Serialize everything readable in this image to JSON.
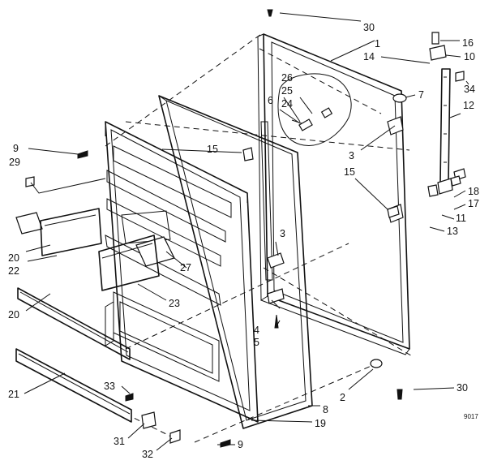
{
  "labels": {
    "c1": "1",
    "c2": "2",
    "c3a": "3",
    "c3b": "3",
    "c4": "4",
    "c5": "5",
    "c6": "6",
    "c7": "7",
    "c8": "8",
    "c9a": "9",
    "c9b": "9",
    "c10": "10",
    "c11": "11",
    "c12": "12",
    "c13": "13",
    "c14": "14",
    "c15a": "15",
    "c15b": "15",
    "c16": "16",
    "c17": "17",
    "c18": "18",
    "c19": "19",
    "c20a": "20",
    "c20b": "20",
    "c21": "21",
    "c22": "22",
    "c23": "23",
    "c24": "24",
    "c25": "25",
    "c26": "26",
    "c27": "27",
    "c29": "29",
    "c30a": "30",
    "c30b": "30",
    "c31": "31",
    "c32": "32",
    "c33": "33",
    "c34": "34"
  },
  "drawing_code": "9017"
}
